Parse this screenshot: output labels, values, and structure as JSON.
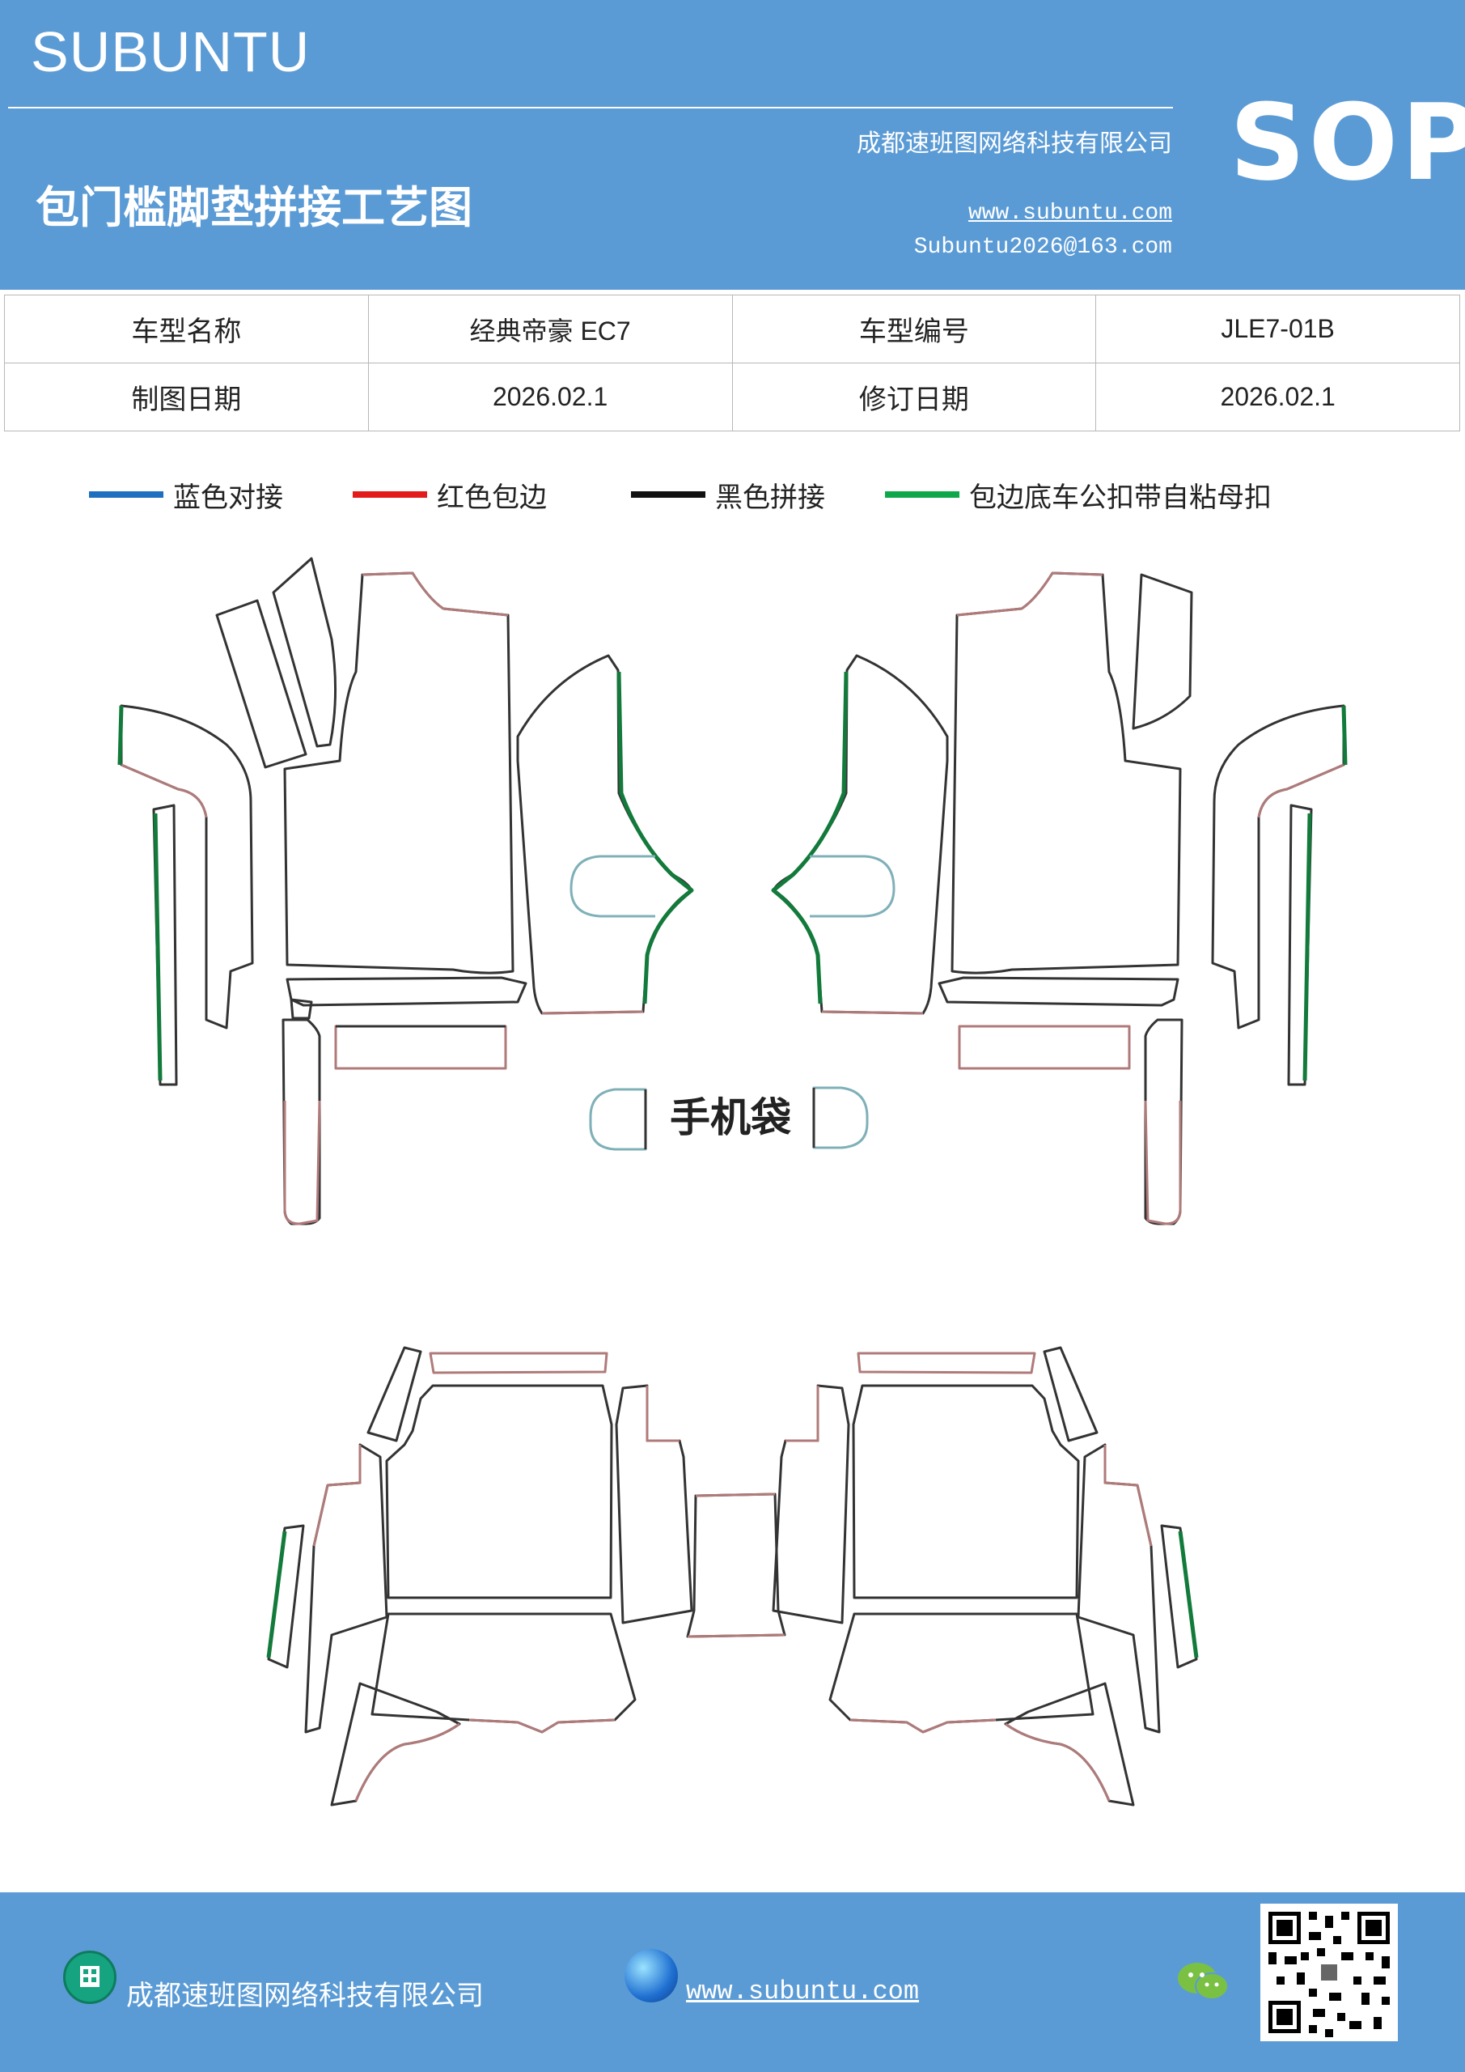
{
  "header": {
    "brand": "SUBUNTU",
    "title": "包门槛脚垫拼接工艺图",
    "company": "成都速班图网络科技有限公司",
    "website": "www.subuntu.com",
    "email": "Subuntu2026@163.com",
    "sop": "SOP"
  },
  "info": {
    "model_name_label": "车型名称",
    "model_name_value": "经典帝豪 EC7",
    "model_code_label": "车型编号",
    "model_code_value": "JLE7-01B",
    "draw_date_label": "制图日期",
    "draw_date_value": "2026.02.1",
    "revise_date_label": "修订日期",
    "revise_date_value": "2026.02.1"
  },
  "legend": [
    {
      "label": "蓝色对接",
      "color": "#1f6fc1"
    },
    {
      "label": "红色包边",
      "color": "#e31b1b"
    },
    {
      "label": "黑色拼接",
      "color": "#111111"
    },
    {
      "label": "包边底车公扣带自粘母扣",
      "color": "#0ea84a"
    }
  ],
  "diagram": {
    "phone_bag_label": "手机袋",
    "colors": {
      "outline": "#333333",
      "edge": "#b07a7a",
      "green": "#127a3a",
      "blue": "#7fb0b8"
    }
  },
  "footer": {
    "company": "成都速班图网络科技有限公司",
    "website": "www.subuntu.com",
    "icons": [
      "building-icon",
      "globe-icon",
      "wechat-icon",
      "qr-code"
    ]
  }
}
